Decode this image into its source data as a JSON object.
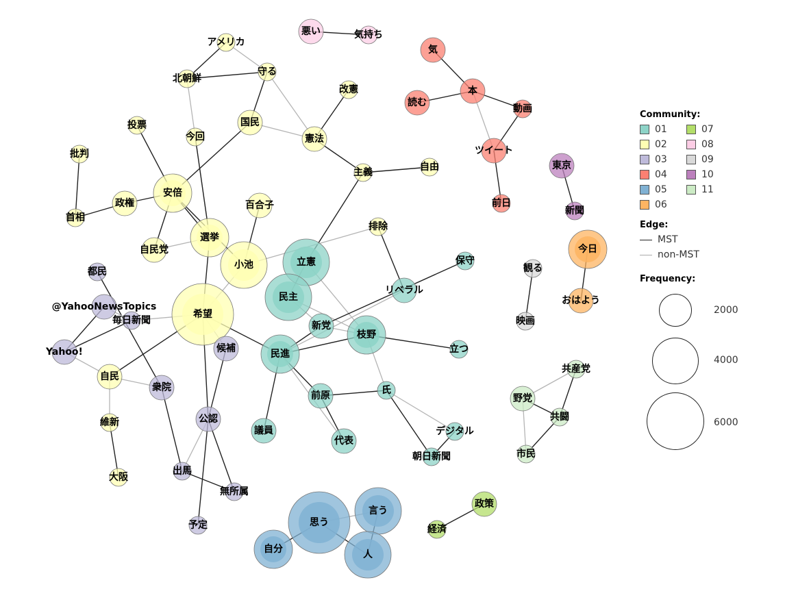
{
  "palette": {
    "01": "#8dd3c7",
    "02": "#ffffb3",
    "03": "#bebada",
    "04": "#fb8072",
    "05": "#80b1d3",
    "06": "#fdb462",
    "07": "#b3de69",
    "08": "#fccde5",
    "09": "#d9d9d9",
    "10": "#bc80bd",
    "11": "#ccebc5"
  },
  "legend": {
    "community_title": "Community:",
    "communities": [
      "01",
      "02",
      "03",
      "04",
      "05",
      "06",
      "07",
      "08",
      "09",
      "10",
      "11"
    ],
    "edge_title": "Edge:",
    "edge_mst": "MST",
    "edge_non_mst": "non-MST",
    "frequency_title": "Frequency:",
    "frequency_values": [
      "2000",
      "4000",
      "6000"
    ]
  },
  "nodes": [
    {
      "id": "悪い",
      "community": "08",
      "freq": "small"
    },
    {
      "id": "気持ち",
      "community": "08",
      "freq": "tiny"
    },
    {
      "id": "気",
      "community": "04",
      "freq": "small"
    },
    {
      "id": "本",
      "community": "04",
      "freq": "small"
    },
    {
      "id": "読む",
      "community": "04",
      "freq": "small"
    },
    {
      "id": "動画",
      "community": "04",
      "freq": "tiny"
    },
    {
      "id": "ツイート",
      "community": "04",
      "freq": "small"
    },
    {
      "id": "前日",
      "community": "04",
      "freq": "tiny"
    },
    {
      "id": "東京",
      "community": "10",
      "freq": "small"
    },
    {
      "id": "新聞",
      "community": "10",
      "freq": "tiny"
    },
    {
      "id": "今日",
      "community": "06",
      "freq": "medium"
    },
    {
      "id": "おはよう",
      "community": "06",
      "freq": "small"
    },
    {
      "id": "観る",
      "community": "09",
      "freq": "tiny"
    },
    {
      "id": "映画",
      "community": "09",
      "freq": "tiny"
    },
    {
      "id": "共産党",
      "community": "11",
      "freq": "tiny"
    },
    {
      "id": "野党",
      "community": "11",
      "freq": "small"
    },
    {
      "id": "共闘",
      "community": "11",
      "freq": "tiny"
    },
    {
      "id": "市民",
      "community": "11",
      "freq": "tiny"
    },
    {
      "id": "政策",
      "community": "07",
      "freq": "small"
    },
    {
      "id": "経済",
      "community": "07",
      "freq": "tiny"
    },
    {
      "id": "思う",
      "community": "05",
      "freq": "huge"
    },
    {
      "id": "言う",
      "community": "05",
      "freq": "large"
    },
    {
      "id": "人",
      "community": "05",
      "freq": "large"
    },
    {
      "id": "自分",
      "community": "05",
      "freq": "medium"
    },
    {
      "id": "アメリカ",
      "community": "02",
      "freq": "tiny"
    },
    {
      "id": "北朝鮮",
      "community": "02",
      "freq": "tiny"
    },
    {
      "id": "守る",
      "community": "02",
      "freq": "tiny"
    },
    {
      "id": "改憲",
      "community": "02",
      "freq": "tiny"
    },
    {
      "id": "国民",
      "community": "02",
      "freq": "small"
    },
    {
      "id": "憲法",
      "community": "02",
      "freq": "small"
    },
    {
      "id": "投票",
      "community": "02",
      "freq": "tiny"
    },
    {
      "id": "今回",
      "community": "02",
      "freq": "tiny"
    },
    {
      "id": "批判",
      "community": "02",
      "freq": "tiny"
    },
    {
      "id": "主義",
      "community": "02",
      "freq": "tiny"
    },
    {
      "id": "自由",
      "community": "02",
      "freq": "tiny"
    },
    {
      "id": "安倍",
      "community": "02",
      "freq": "medium"
    },
    {
      "id": "政権",
      "community": "02",
      "freq": "small"
    },
    {
      "id": "首相",
      "community": "02",
      "freq": "tiny"
    },
    {
      "id": "百合子",
      "community": "02",
      "freq": "small"
    },
    {
      "id": "選挙",
      "community": "02",
      "freq": "medium"
    },
    {
      "id": "自民党",
      "community": "02",
      "freq": "small"
    },
    {
      "id": "小池",
      "community": "02",
      "freq": "large"
    },
    {
      "id": "排除",
      "community": "02",
      "freq": "tiny"
    },
    {
      "id": "希望",
      "community": "02",
      "freq": "huge"
    },
    {
      "id": "自民",
      "community": "02",
      "freq": "small"
    },
    {
      "id": "維新",
      "community": "02",
      "freq": "tiny"
    },
    {
      "id": "大阪",
      "community": "02",
      "freq": "tiny"
    },
    {
      "id": "都民",
      "community": "03",
      "freq": "tiny"
    },
    {
      "id": "@YahooNewsTopics",
      "community": "03",
      "freq": "small"
    },
    {
      "id": "毎日新聞",
      "community": "03",
      "freq": "tiny"
    },
    {
      "id": "Yahoo!",
      "community": "03",
      "freq": "small"
    },
    {
      "id": "衆院",
      "community": "03",
      "freq": "small"
    },
    {
      "id": "候補",
      "community": "03",
      "freq": "small"
    },
    {
      "id": "公認",
      "community": "03",
      "freq": "small"
    },
    {
      "id": "出馬",
      "community": "03",
      "freq": "tiny"
    },
    {
      "id": "無所属",
      "community": "03",
      "freq": "tiny"
    },
    {
      "id": "予定",
      "community": "03",
      "freq": "tiny"
    },
    {
      "id": "立憲",
      "community": "01",
      "freq": "large"
    },
    {
      "id": "民主",
      "community": "01",
      "freq": "large"
    },
    {
      "id": "保守",
      "community": "01",
      "freq": "tiny"
    },
    {
      "id": "リベラル",
      "community": "01",
      "freq": "small"
    },
    {
      "id": "新党",
      "community": "01",
      "freq": "small"
    },
    {
      "id": "枝野",
      "community": "01",
      "freq": "medium"
    },
    {
      "id": "立つ",
      "community": "01",
      "freq": "tiny"
    },
    {
      "id": "民進",
      "community": "01",
      "freq": "medium"
    },
    {
      "id": "氏",
      "community": "01",
      "freq": "tiny"
    },
    {
      "id": "前原",
      "community": "01",
      "freq": "small"
    },
    {
      "id": "議員",
      "community": "01",
      "freq": "small"
    },
    {
      "id": "代表",
      "community": "01",
      "freq": "small"
    },
    {
      "id": "デジタル",
      "community": "01",
      "freq": "tiny"
    },
    {
      "id": "朝日新聞",
      "community": "01",
      "freq": "tiny"
    }
  ],
  "edges": [
    {
      "a": "悪い",
      "b": "気持ち",
      "kind": "mst"
    },
    {
      "a": "気",
      "b": "本",
      "kind": "mst"
    },
    {
      "a": "読む",
      "b": "本",
      "kind": "mst"
    },
    {
      "a": "本",
      "b": "動画",
      "kind": "mst"
    },
    {
      "a": "動画",
      "b": "ツイート",
      "kind": "mst"
    },
    {
      "a": "本",
      "b": "ツイート",
      "kind": "non"
    },
    {
      "a": "ツイート",
      "b": "前日",
      "kind": "mst"
    },
    {
      "a": "東京",
      "b": "新聞",
      "kind": "mst"
    },
    {
      "a": "今日",
      "b": "おはよう",
      "kind": "mst"
    },
    {
      "a": "観る",
      "b": "映画",
      "kind": "mst"
    },
    {
      "a": "共産党",
      "b": "共闘",
      "kind": "mst"
    },
    {
      "a": "共闘",
      "b": "市民",
      "kind": "mst"
    },
    {
      "a": "共闘",
      "b": "野党",
      "kind": "mst"
    },
    {
      "a": "野党",
      "b": "共産党",
      "kind": "non"
    },
    {
      "a": "野党",
      "b": "市民",
      "kind": "non"
    },
    {
      "a": "政策",
      "b": "経済",
      "kind": "mst"
    },
    {
      "a": "思う",
      "b": "言う",
      "kind": "non"
    },
    {
      "a": "思う",
      "b": "人",
      "kind": "mst"
    },
    {
      "a": "言う",
      "b": "人",
      "kind": "mst"
    },
    {
      "a": "思う",
      "b": "自分",
      "kind": "mst"
    },
    {
      "a": "アメリカ",
      "b": "守る",
      "kind": "non"
    },
    {
      "a": "アメリカ",
      "b": "北朝鮮",
      "kind": "mst"
    },
    {
      "a": "北朝鮮",
      "b": "守る",
      "kind": "mst"
    },
    {
      "a": "北朝鮮",
      "b": "選挙",
      "kind": "non"
    },
    {
      "a": "守る",
      "b": "国民",
      "kind": "mst"
    },
    {
      "a": "守る",
      "b": "憲法",
      "kind": "non"
    },
    {
      "a": "国民",
      "b": "憲法",
      "kind": "non"
    },
    {
      "a": "国民",
      "b": "安倍",
      "kind": "mst"
    },
    {
      "a": "改憲",
      "b": "憲法",
      "kind": "mst"
    },
    {
      "a": "憲法",
      "b": "主義",
      "kind": "mst"
    },
    {
      "a": "主義",
      "b": "自由",
      "kind": "mst"
    },
    {
      "a": "主義",
      "b": "立憲",
      "kind": "mst"
    },
    {
      "a": "投票",
      "b": "安倍",
      "kind": "mst"
    },
    {
      "a": "今回",
      "b": "選挙",
      "kind": "mst"
    },
    {
      "a": "批判",
      "b": "首相",
      "kind": "mst"
    },
    {
      "a": "首相",
      "b": "政権",
      "kind": "mst"
    },
    {
      "a": "政権",
      "b": "安倍",
      "kind": "mst"
    },
    {
      "a": "安倍",
      "b": "選挙",
      "kind": "mst"
    },
    {
      "a": "安倍",
      "b": "自民党",
      "kind": "mst"
    },
    {
      "a": "安倍",
      "b": "小池",
      "kind": "mst"
    },
    {
      "a": "百合子",
      "b": "小池",
      "kind": "mst"
    },
    {
      "a": "自民党",
      "b": "選挙",
      "kind": "non"
    },
    {
      "a": "選挙",
      "b": "希望",
      "kind": "mst"
    },
    {
      "a": "小池",
      "b": "希望",
      "kind": "non"
    },
    {
      "a": "排除",
      "b": "リベラル",
      "kind": "mst"
    },
    {
      "a": "排除",
      "b": "小池",
      "kind": "non"
    },
    {
      "a": "希望",
      "b": "民進",
      "kind": "mst"
    },
    {
      "a": "希望",
      "b": "自民",
      "kind": "mst"
    },
    {
      "a": "希望",
      "b": "公認",
      "kind": "mst"
    },
    {
      "a": "希望",
      "b": "候補",
      "kind": "non"
    },
    {
      "a": "希望",
      "b": "毎日新聞",
      "kind": "non"
    },
    {
      "a": "自民",
      "b": "維新",
      "kind": "non"
    },
    {
      "a": "維新",
      "b": "大阪",
      "kind": "mst"
    },
    {
      "a": "都民",
      "b": "衆院",
      "kind": "mst"
    },
    {
      "a": "@YahooNewsTopics",
      "b": "毎日新聞",
      "kind": "non"
    },
    {
      "a": "@YahooNewsTopics",
      "b": "Yahoo!",
      "kind": "mst"
    },
    {
      "a": "毎日新聞",
      "b": "Yahoo!",
      "kind": "mst"
    },
    {
      "a": "Yahoo!",
      "b": "自民",
      "kind": "non"
    },
    {
      "a": "衆院",
      "b": "出馬",
      "kind": "mst"
    },
    {
      "a": "衆院",
      "b": "自民",
      "kind": "non"
    },
    {
      "a": "候補",
      "b": "公認",
      "kind": "mst"
    },
    {
      "a": "公認",
      "b": "無所属",
      "kind": "mst"
    },
    {
      "a": "公認",
      "b": "予定",
      "kind": "mst"
    },
    {
      "a": "公認",
      "b": "出馬",
      "kind": "non"
    },
    {
      "a": "出馬",
      "b": "無所属",
      "kind": "mst"
    },
    {
      "a": "立憲",
      "b": "民主",
      "kind": "mst"
    },
    {
      "a": "立憲",
      "b": "枝野",
      "kind": "non"
    },
    {
      "a": "民主",
      "b": "枝野",
      "kind": "non"
    },
    {
      "a": "民主",
      "b": "新党",
      "kind": "non"
    },
    {
      "a": "新党",
      "b": "民進",
      "kind": "mst"
    },
    {
      "a": "新党",
      "b": "枝野",
      "kind": "non"
    },
    {
      "a": "保守",
      "b": "新党",
      "kind": "mst"
    },
    {
      "a": "リベラル",
      "b": "民進",
      "kind": "non"
    },
    {
      "a": "枝野",
      "b": "立つ",
      "kind": "mst"
    },
    {
      "a": "枝野",
      "b": "民進",
      "kind": "mst"
    },
    {
      "a": "枝野",
      "b": "氏",
      "kind": "non"
    },
    {
      "a": "民進",
      "b": "前原",
      "kind": "mst"
    },
    {
      "a": "民進",
      "b": "議員",
      "kind": "mst"
    },
    {
      "a": "民進",
      "b": "代表",
      "kind": "non"
    },
    {
      "a": "前原",
      "b": "氏",
      "kind": "mst"
    },
    {
      "a": "前原",
      "b": "代表",
      "kind": "mst"
    },
    {
      "a": "氏",
      "b": "朝日新聞",
      "kind": "mst"
    },
    {
      "a": "氏",
      "b": "デジタル",
      "kind": "non"
    },
    {
      "a": "朝日新聞",
      "b": "デジタル",
      "kind": "mst"
    }
  ]
}
